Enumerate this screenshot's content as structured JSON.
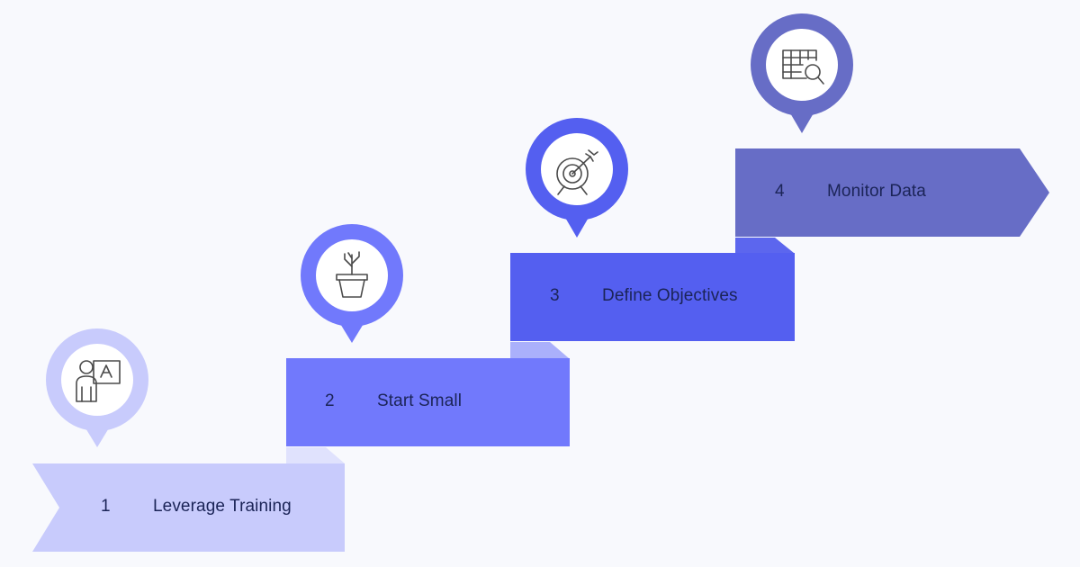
{
  "steps": [
    {
      "number": "1",
      "label": "Leverage Training",
      "color": "#c8cbfc",
      "icon": "teacher-board-icon",
      "fold_color": "#d9dbfd"
    },
    {
      "number": "2",
      "label": "Start Small",
      "color": "#7179fc",
      "icon": "potted-plant-icon",
      "fold_color": "#b7bbfb"
    },
    {
      "number": "3",
      "label": "Define Objectives",
      "color": "#545ff0",
      "icon": "target-arrow-icon",
      "fold_color": "#6b74f2"
    },
    {
      "number": "4",
      "label": "Monitor Data",
      "color": "#676dc6",
      "icon": "table-search-icon",
      "fold_color": "#5a61e0"
    }
  ],
  "colors": {
    "background": "#f8f9fd",
    "text": "#1b2457",
    "icon_stroke": "#4a4a4a"
  }
}
